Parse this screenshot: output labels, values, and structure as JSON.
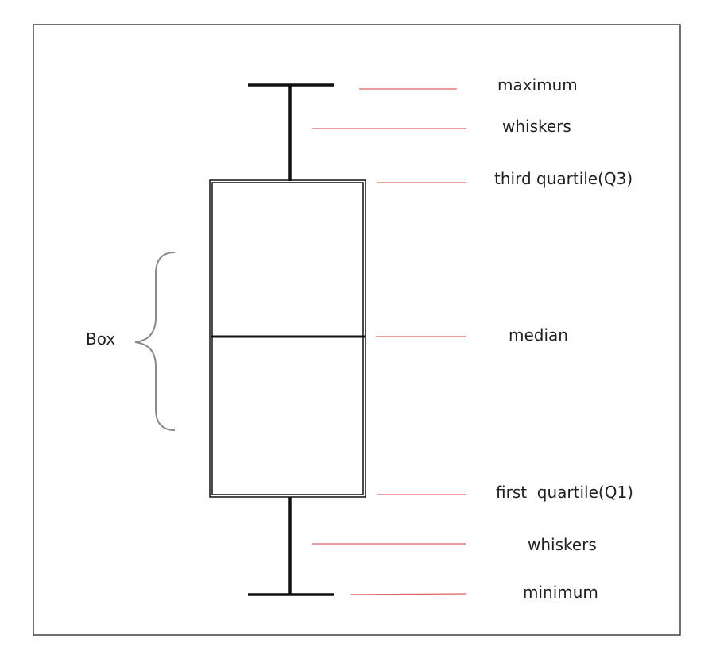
{
  "diagram": {
    "box_label": "Box",
    "labels": {
      "maximum": "maximum",
      "whiskers_top": "whiskers",
      "third_quartile": "third quartile(Q3)",
      "median": "median",
      "first_quartile": "first  quartile(Q1)",
      "whiskers_bottom": "whiskers",
      "minimum": "minimum"
    },
    "colors": {
      "frame": "#333333",
      "plot": "#111111",
      "leader_lines": "#e06060",
      "brace": "#8a8a8a",
      "text": "#1f1f1f"
    }
  }
}
